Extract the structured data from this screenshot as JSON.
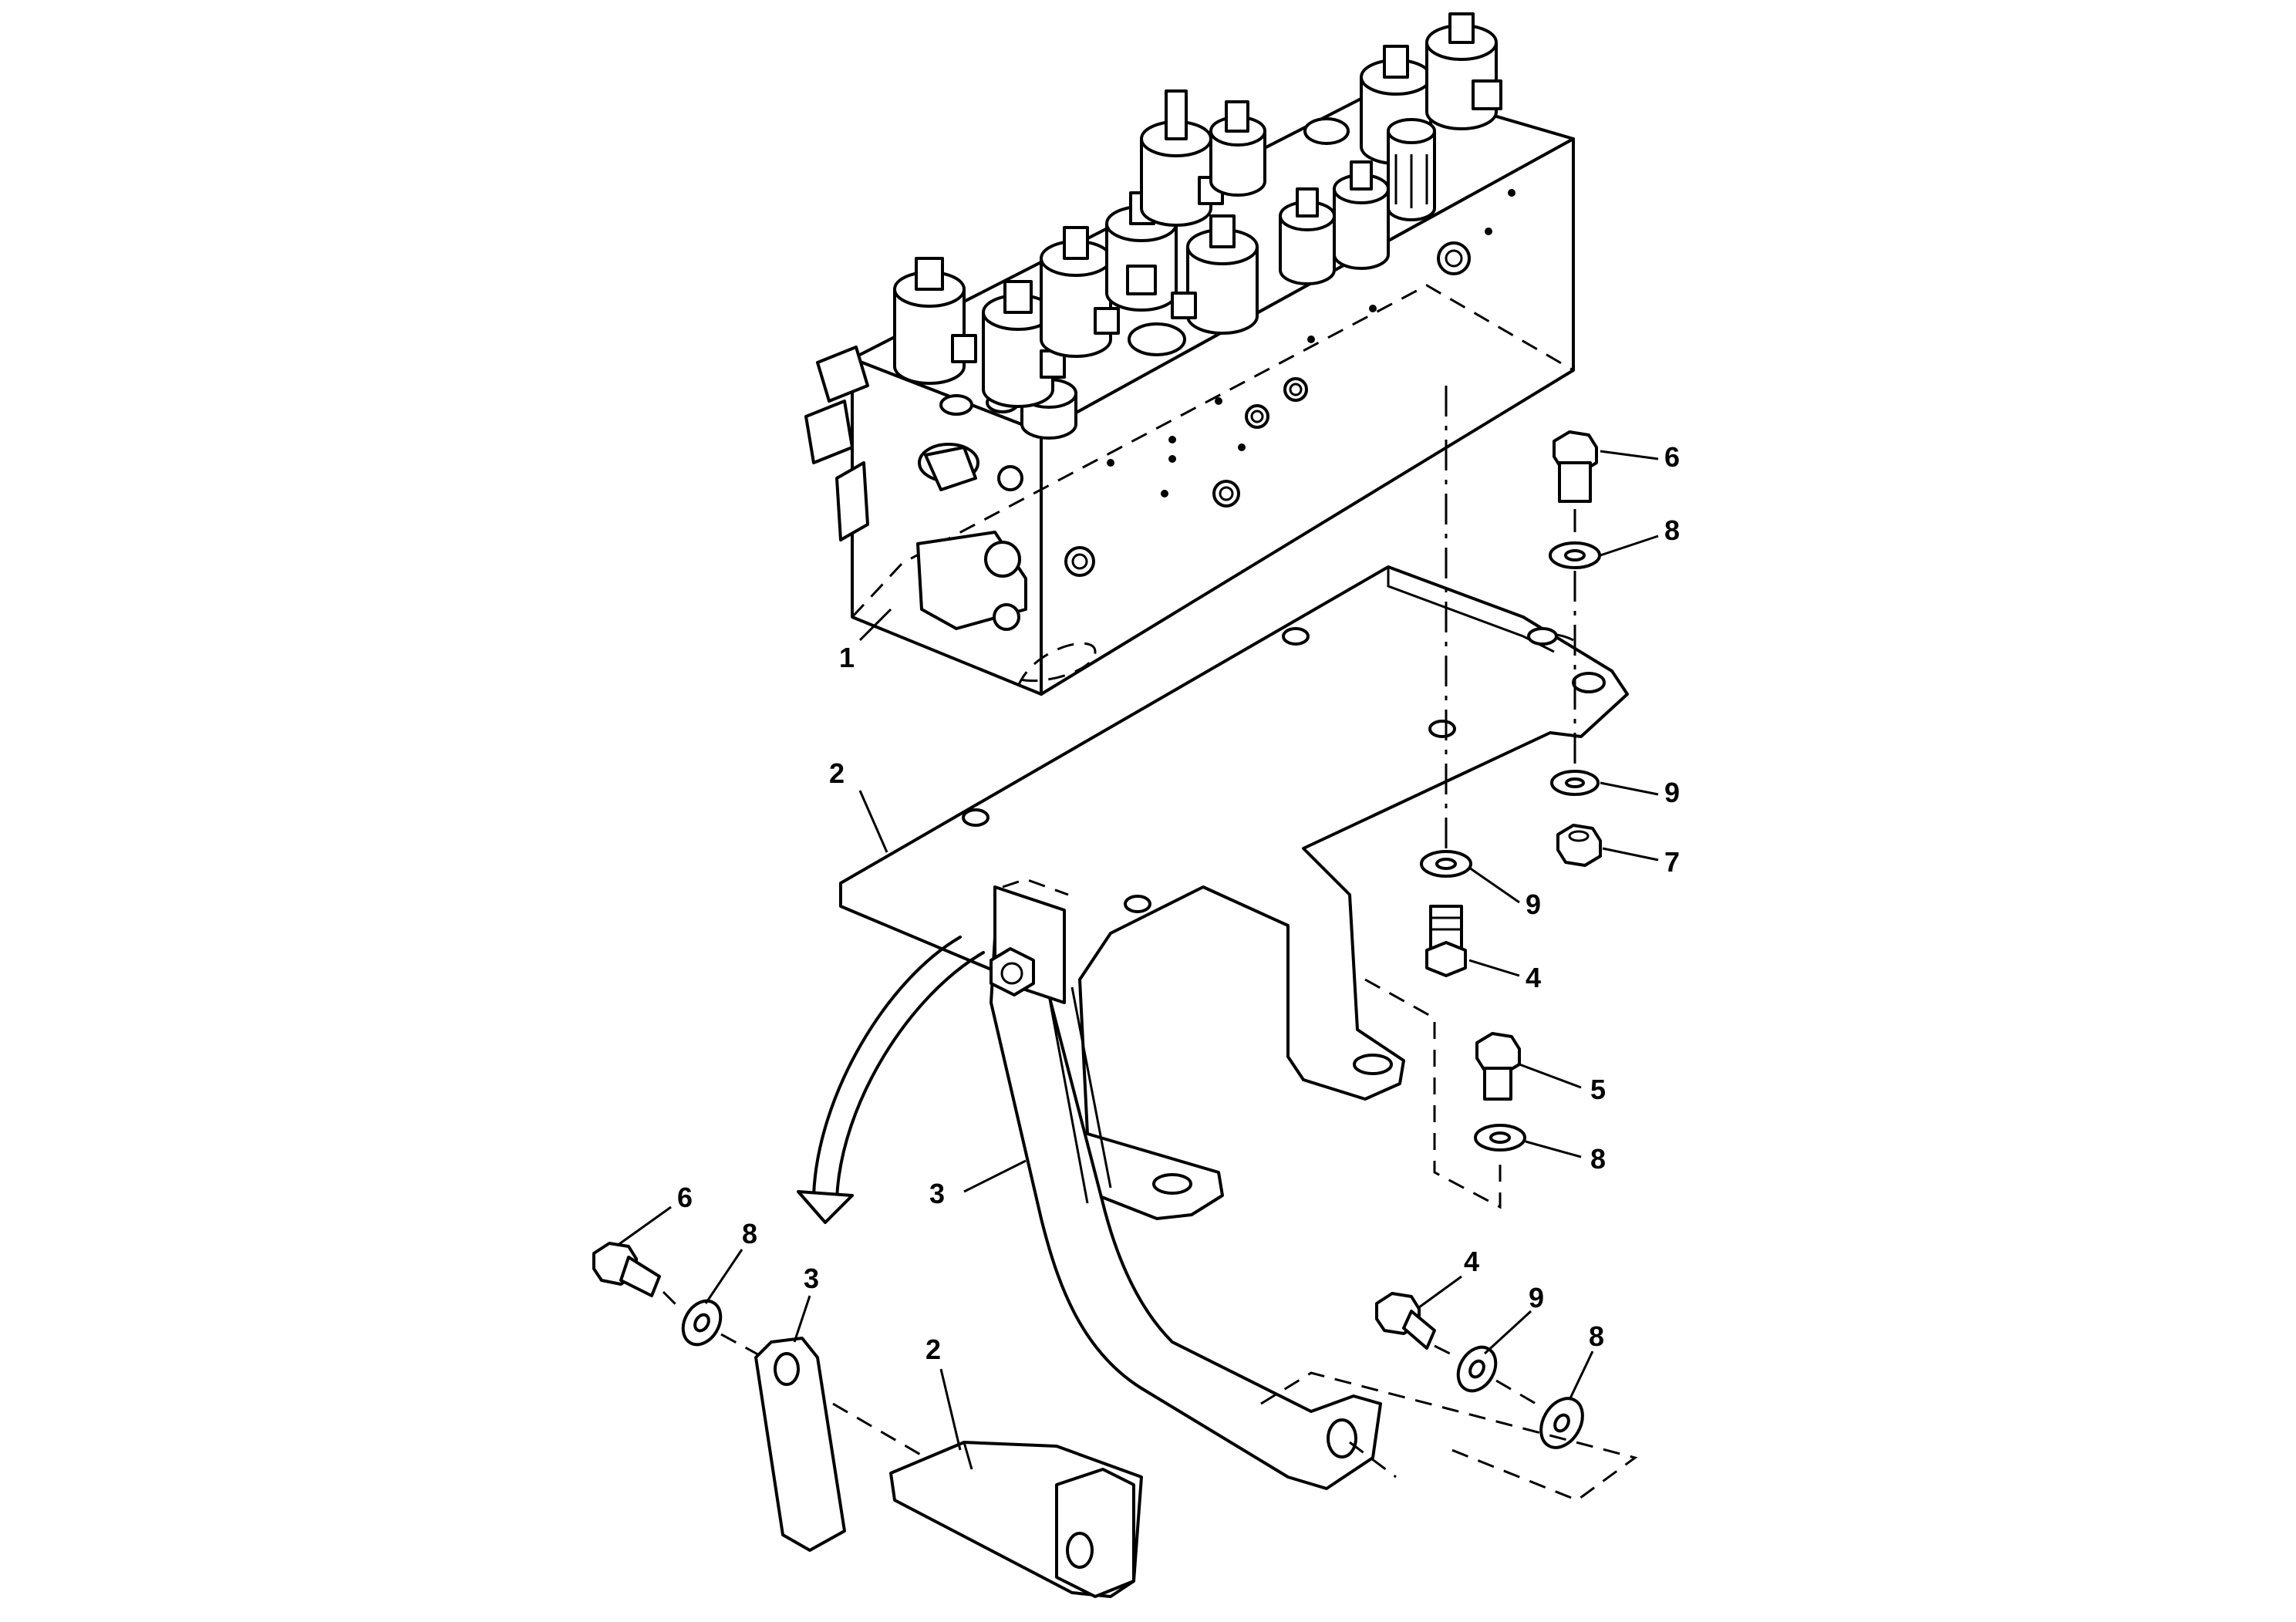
{
  "callouts": [
    {
      "id": "c1",
      "label": "1"
    },
    {
      "id": "c2a",
      "label": "2"
    },
    {
      "id": "c6a",
      "label": "6"
    },
    {
      "id": "c8a",
      "label": "8"
    },
    {
      "id": "c9a",
      "label": "9"
    },
    {
      "id": "c7",
      "label": "7"
    },
    {
      "id": "c9b",
      "label": "9"
    },
    {
      "id": "c4a",
      "label": "4"
    },
    {
      "id": "c5",
      "label": "5"
    },
    {
      "id": "c8b",
      "label": "8"
    },
    {
      "id": "c3a",
      "label": "3"
    },
    {
      "id": "c6b",
      "label": "6"
    },
    {
      "id": "c8c",
      "label": "8"
    },
    {
      "id": "c3b",
      "label": "3"
    },
    {
      "id": "c2b",
      "label": "2"
    },
    {
      "id": "c4b",
      "label": "4"
    },
    {
      "id": "c9c",
      "label": "9"
    },
    {
      "id": "c8d",
      "label": "8"
    }
  ]
}
